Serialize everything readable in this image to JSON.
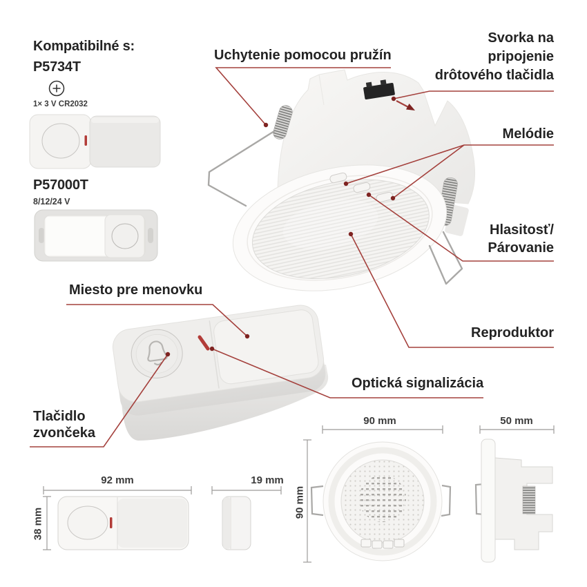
{
  "products": {
    "compat_title": "Kompatibilné s:",
    "compat_model": "P5734T",
    "battery": "1× 3 V CR2032",
    "battery_icon": "battery-plus-icon",
    "receiver_model": "P57000T",
    "receiver_voltage": "8/12/24 V"
  },
  "labels": {
    "spring_mount": "Uchytenie pomocou pružín",
    "svorka_lines": [
      "Svorka na",
      "pripojenie",
      "drôtového tlačidla"
    ],
    "melodies": "Melódie",
    "volume_lines": [
      "Hlasitosť/",
      "Párovanie"
    ],
    "speaker": "Reproduktor",
    "name_tag": "Miesto pre menovku",
    "bell_lines": [
      "Tlačidlo",
      "zvončeka"
    ],
    "optical": "Optická signalizácia"
  },
  "dimensions": {
    "button_width": "92 mm",
    "button_height": "38 mm",
    "button_depth": "19 mm",
    "chime_width": "90 mm",
    "chime_height": "90 mm",
    "chime_depth": "50 mm"
  },
  "colors": {
    "annotation_line": "#a4403c",
    "annotation_dot": "#7e2321",
    "dimension_line": "#9c9b99",
    "led_red": "#b23c38"
  }
}
